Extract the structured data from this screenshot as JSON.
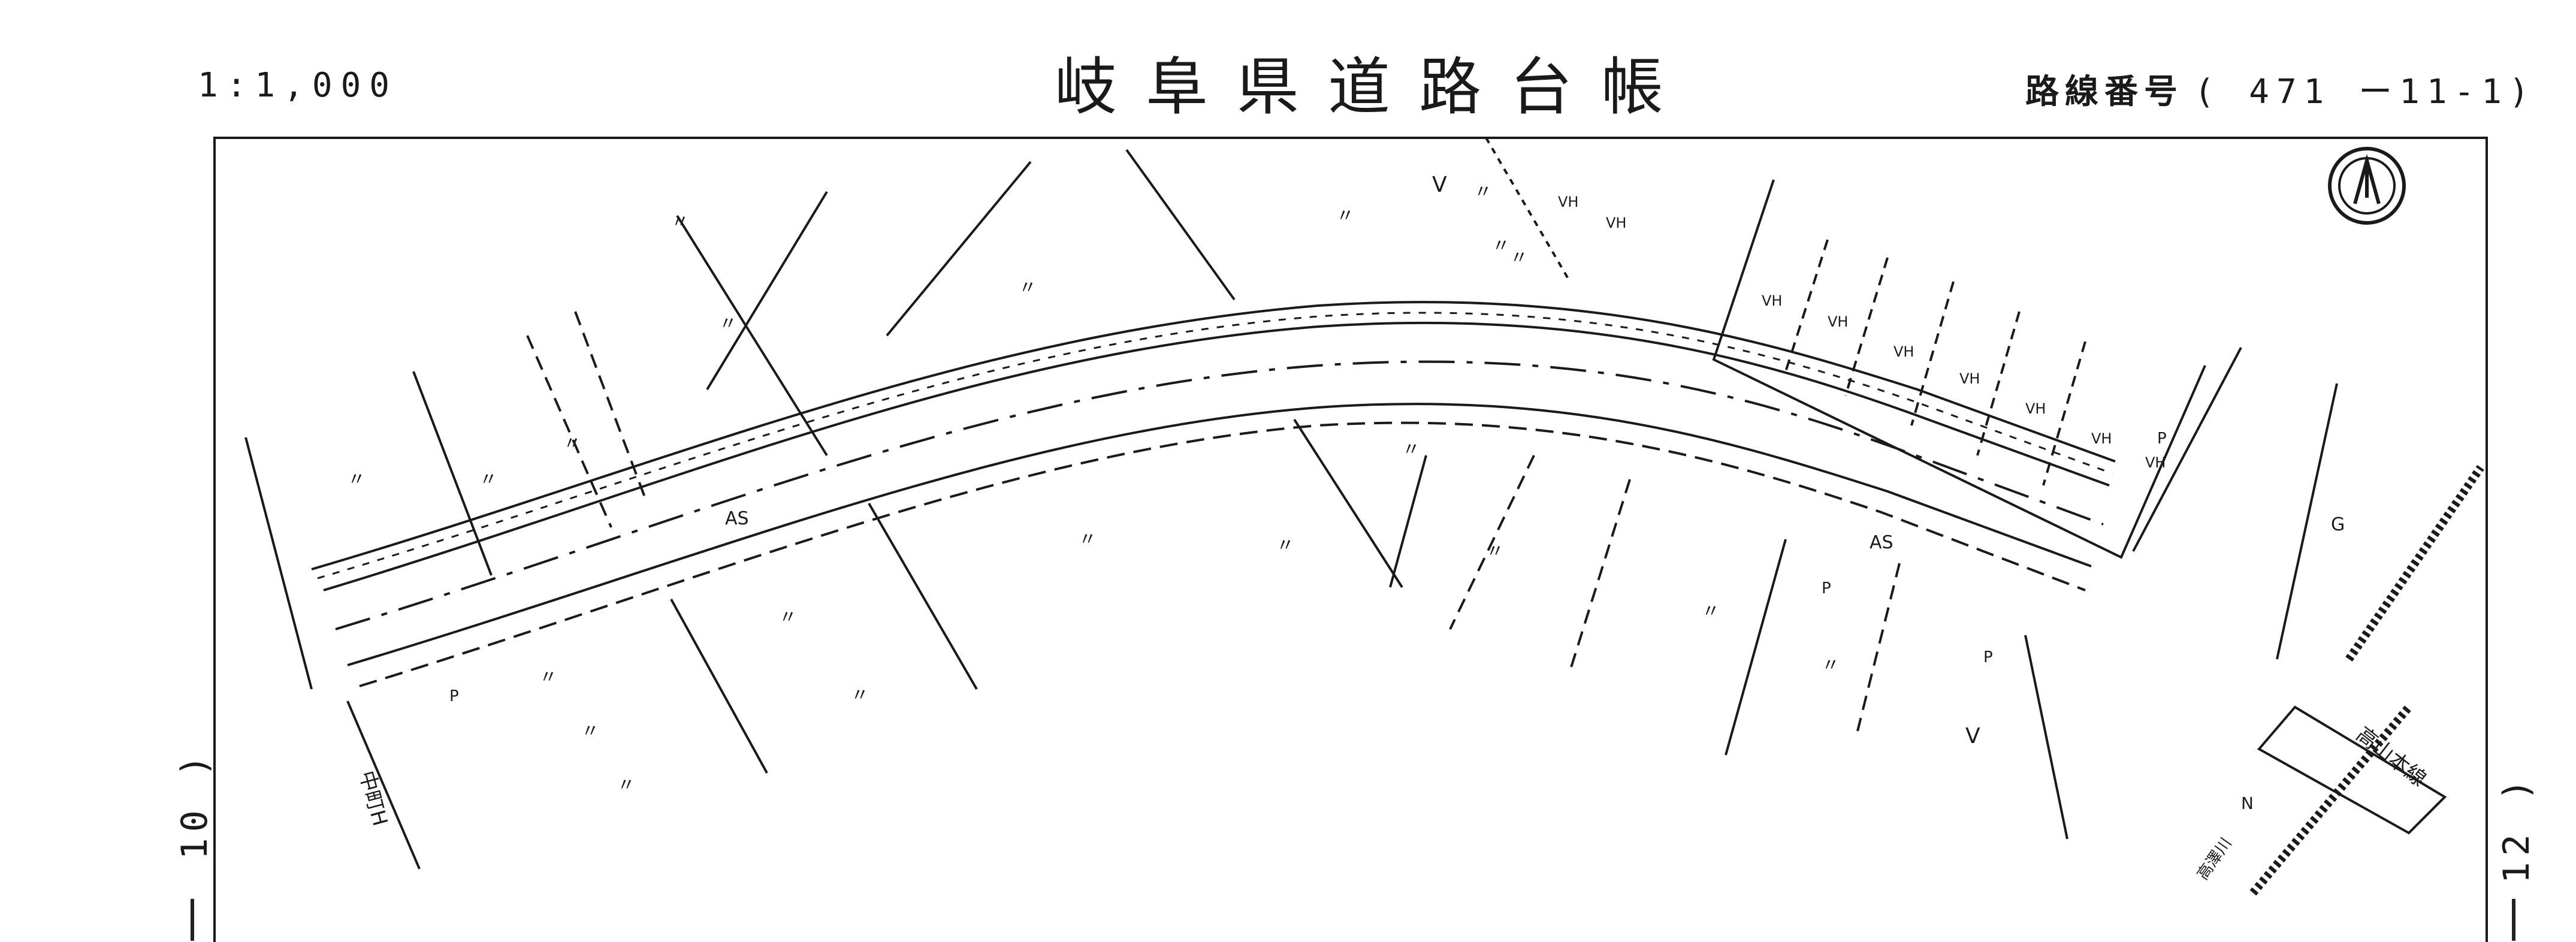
{
  "header": {
    "scale": "1:1,000",
    "title": "岐阜県道路台帳",
    "route_label": "路線番号",
    "route_number": "( 471 ー11-1)"
  },
  "margins": {
    "left_sheet": "10 )",
    "right_sheet": "12 )"
  },
  "map": {
    "road_surface": "AS",
    "road_surface_2": "AS",
    "parcel_mark": "〃",
    "parking": "P",
    "vinyl_house": "VH",
    "garden": "G",
    "vacant": "V",
    "north": "N",
    "rail_label": "高山本線",
    "street_label": "中町H",
    "river_label": "高澤川"
  },
  "colors": {
    "ink": "#1a1a1a",
    "paper": "#ffffff"
  }
}
